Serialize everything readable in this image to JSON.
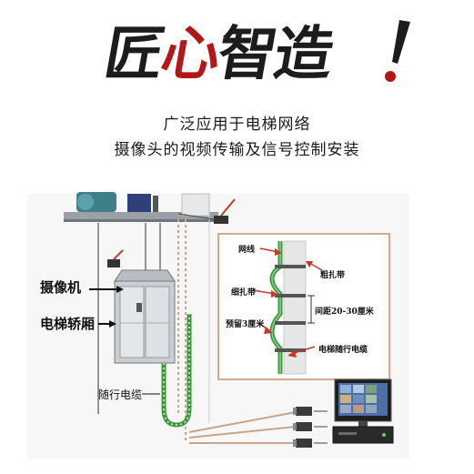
{
  "title": {
    "chars": [
      "匠",
      "心",
      "智",
      "造"
    ],
    "bang": "!"
  },
  "subtitle": {
    "line1": "广泛应用于电梯网络",
    "line2": "摄像头的视频传输及信号控制安装"
  },
  "labels": {
    "camera": "摄像机",
    "car": "电梯轿厢",
    "cable": "随行电缆",
    "network_cable": "网线",
    "thick_tie": "粗扎带",
    "thin_tie": "细扎带",
    "spacing": "间距20-30厘米",
    "reserve": "预留3厘米",
    "elevator_cable": "电梯随行电缆"
  },
  "colors": {
    "title_red": "#b31818",
    "cable_green": "#3a9a3a",
    "inset_border": "#d7a98a",
    "signal_red": "#c43a2a"
  }
}
